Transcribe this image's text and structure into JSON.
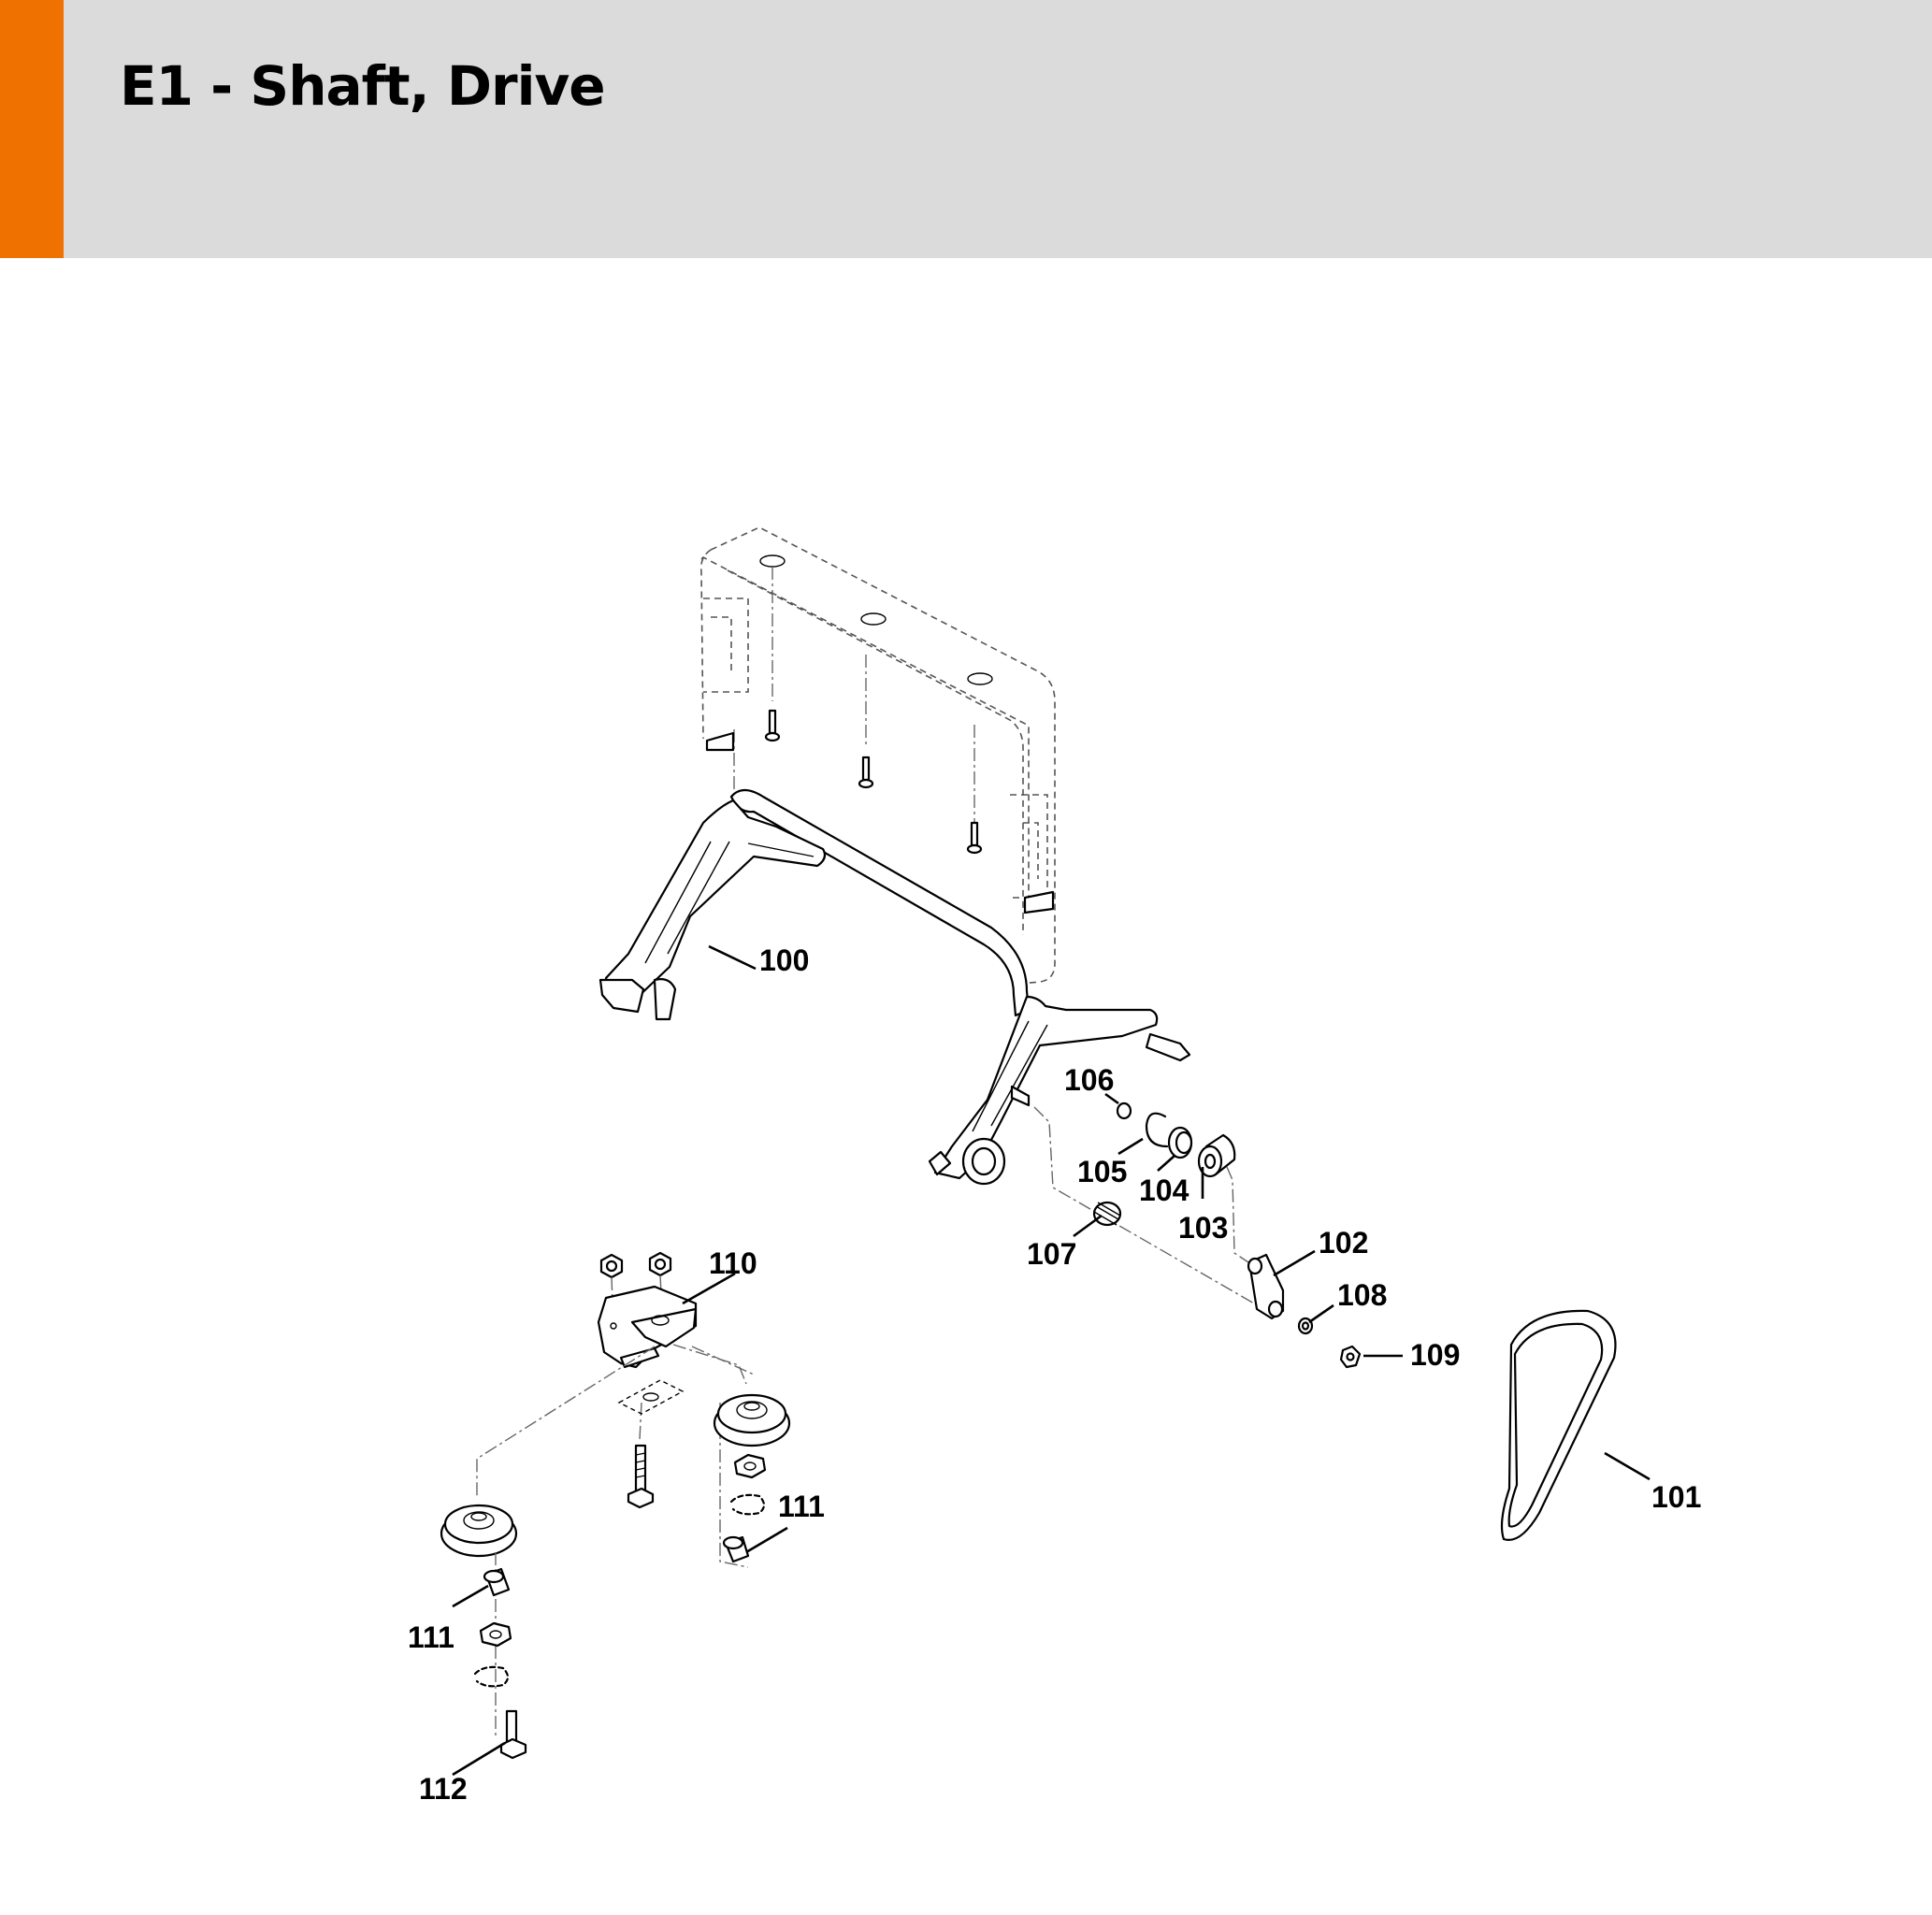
{
  "header": {
    "title": "E1 - Shaft, Drive",
    "accent_color": "#ef7100",
    "background_color": "#dadbda"
  },
  "callouts": {
    "c100": "100",
    "c101": "101",
    "c102": "102",
    "c103": "103",
    "c104": "104",
    "c105": "105",
    "c106": "106",
    "c107": "107",
    "c108": "108",
    "c109": "109",
    "c110": "110",
    "c111a": "111",
    "c111b": "111",
    "c112": "112"
  }
}
